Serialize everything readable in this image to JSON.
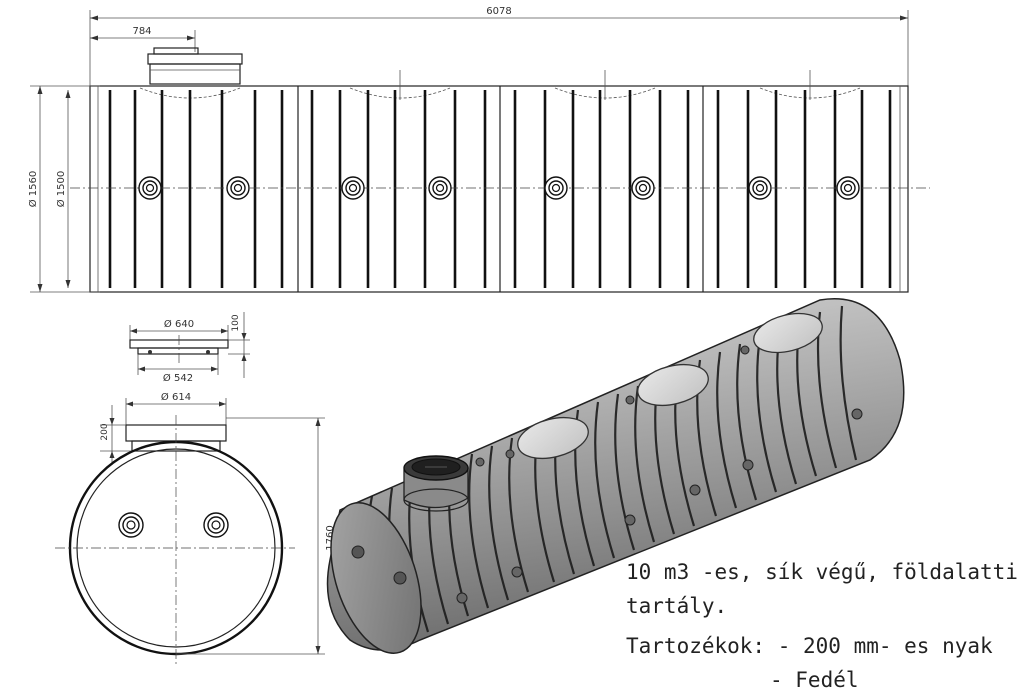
{
  "dimensions": {
    "overall_length": "6078",
    "neck_offset": "784",
    "outer_diameter": "Ø 1560",
    "inner_diameter": "Ø 1500",
    "lid_outer": "Ø 640",
    "lid_height": "100",
    "lid_inner": "Ø 542",
    "neck_diameter": "Ø 614",
    "neck_height": "200",
    "total_height": "1760"
  },
  "caption": {
    "line1": "10 m3 -es, sík végű, földalatti",
    "line2": "tartály.",
    "line3": "Tartozékok: - 200 mm- es nyak",
    "line4": "- Fedél"
  }
}
